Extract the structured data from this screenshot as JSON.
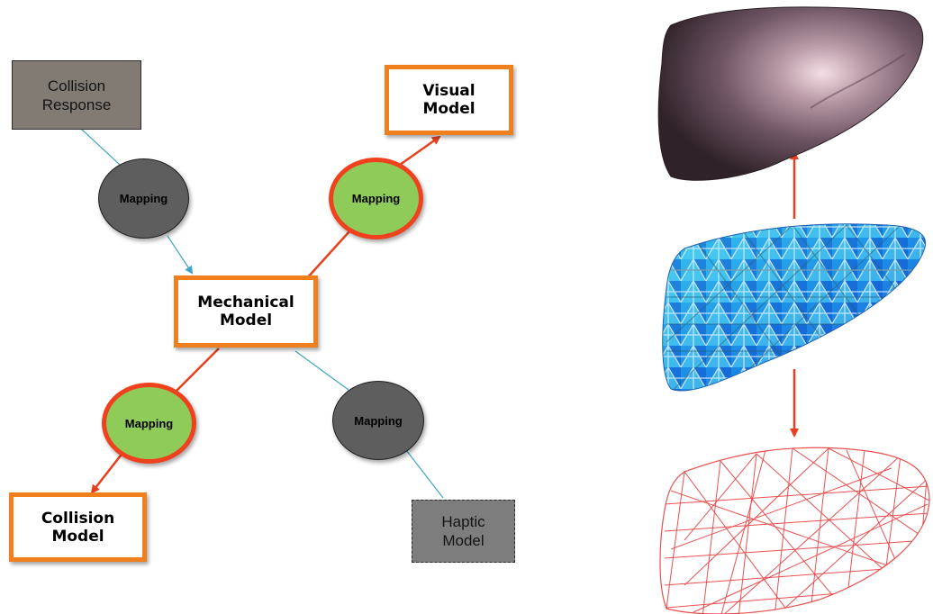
{
  "diagram": {
    "nodes": {
      "collision_response": "Collision\nResponse",
      "visual_model": "Visual\nModel",
      "mechanical_model": "Mechanical\nModel",
      "collision_model": "Collision\nModel",
      "haptic_model": "Haptic\nModel"
    },
    "mappings": {
      "top_left": "Mapping",
      "top_right": "Mapping",
      "bottom_left": "Mapping",
      "bottom_right": "Mapping"
    }
  },
  "colors": {
    "orange_border": "#f07f1d",
    "red_arrow": "#e8401e",
    "teal_line": "#3fa6c4",
    "mapping_green": "#8fcb58",
    "mapping_grey": "#5e5e5e",
    "visual_surface": "#5a4650",
    "fem_mesh": "#2a8fe0",
    "collision_wire": "#e85050"
  },
  "illustrations": {
    "top": "liver-surface-render",
    "middle": "liver-tetrahedral-mesh",
    "bottom": "liver-wireframe"
  }
}
